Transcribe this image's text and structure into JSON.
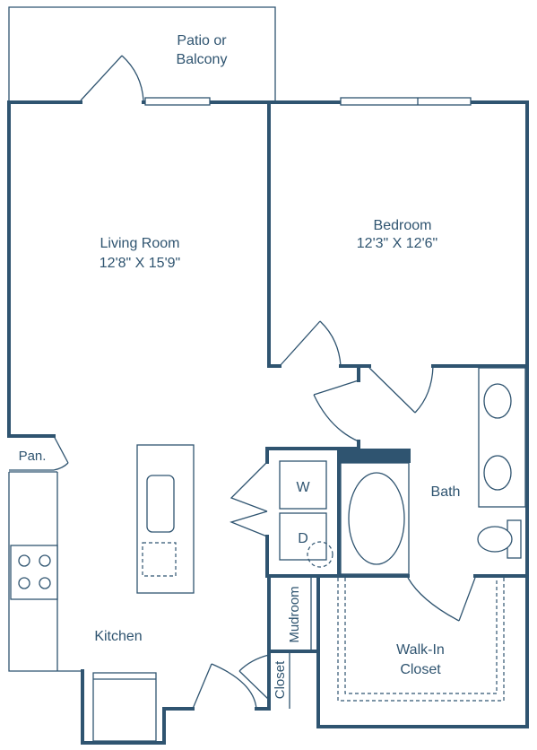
{
  "rooms": {
    "patio": {
      "line1": "Patio or",
      "line2": "Balcony"
    },
    "living_room": {
      "name": "Living Room",
      "dims": "12'8\" X 15'9\""
    },
    "bedroom": {
      "name": "Bedroom",
      "dims": "12'3\" X 12'6\""
    },
    "pantry": {
      "name": "Pan."
    },
    "bath": {
      "name": "Bath"
    },
    "washer": {
      "name": "W"
    },
    "dryer": {
      "name": "D"
    },
    "mudroom": {
      "name": "Mudroom"
    },
    "closet": {
      "name": "Closet"
    },
    "kitchen": {
      "name": "Kitchen"
    },
    "walkin": {
      "line1": "Walk-In",
      "line2": "Closet"
    }
  },
  "colors": {
    "wall": "#2f5470",
    "background": "#ffffff"
  }
}
